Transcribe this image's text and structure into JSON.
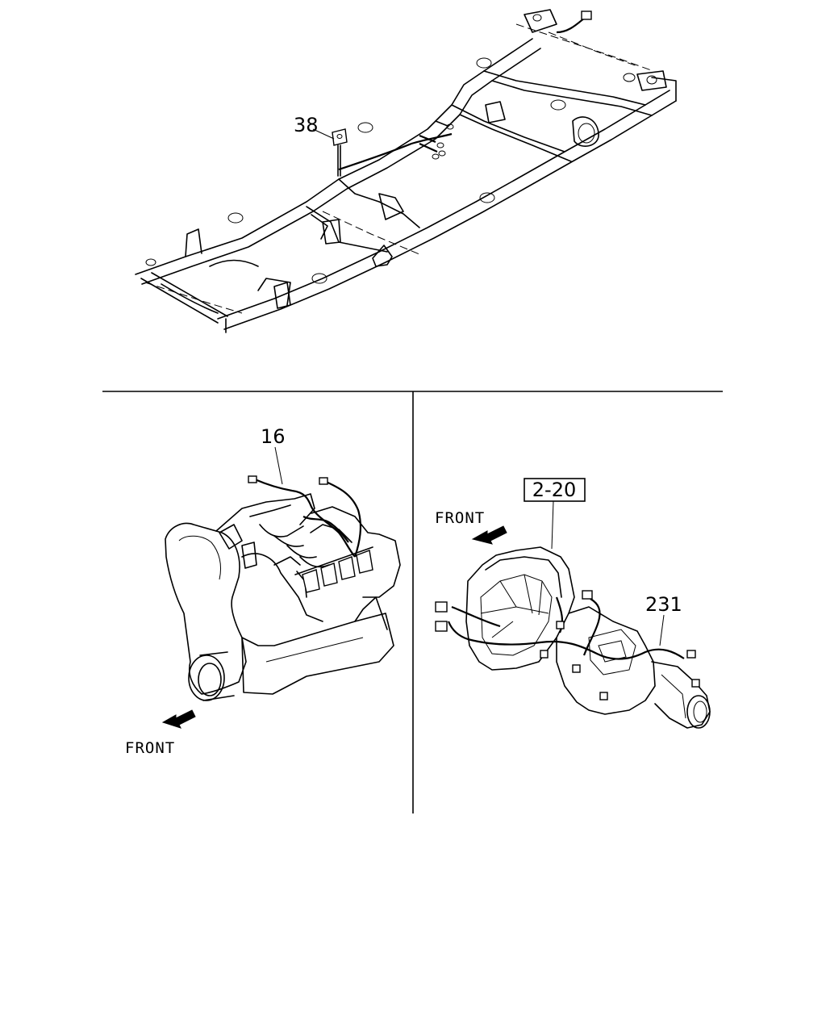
{
  "frame": {
    "callout": "38"
  },
  "engine": {
    "callout": "16",
    "direction_label": "FRONT"
  },
  "transmission": {
    "ref_box": "2-20",
    "callout": "231",
    "direction_label": "FRONT"
  }
}
